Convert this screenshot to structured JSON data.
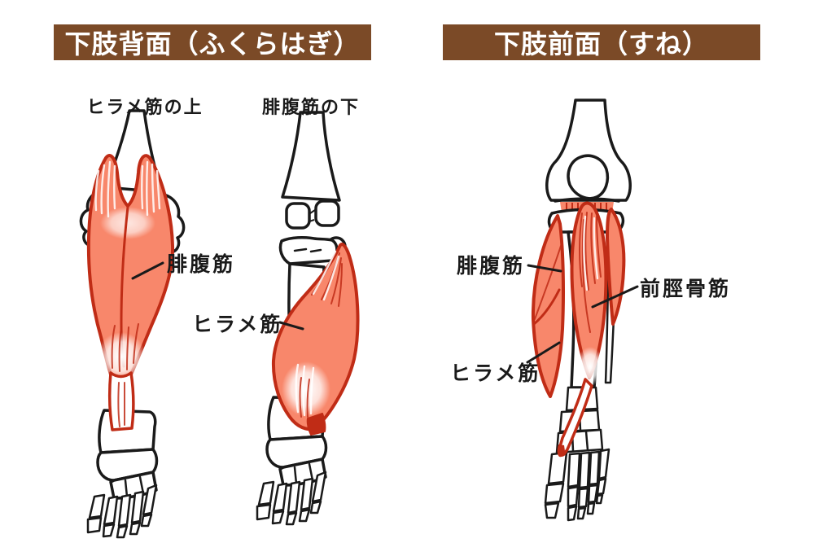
{
  "diagram": {
    "type": "anatomy-muscle-diagram",
    "subject": "lower-leg-muscles"
  },
  "colors": {
    "background": "#ffffff",
    "banner_bg": "#7b4a27",
    "banner_text": "#ffffff",
    "muscle_fill": "#f8876b",
    "muscle_outline": "#c02c16",
    "bone_line": "#1a1a1a",
    "label_text": "#1a1a1a"
  },
  "left_panel": {
    "title": "下肢背面（ふくらはぎ）",
    "column_labels": {
      "left": "ヒラメ筋の上",
      "right": "腓腹筋の下"
    },
    "annotations": {
      "gastrocnemius": "腓腹筋",
      "soleus": "ヒラメ筋"
    }
  },
  "right_panel": {
    "title": "下肢前面（すね）",
    "annotations": {
      "gastrocnemius": "腓腹筋",
      "tibialis_anterior": "前脛骨筋",
      "soleus": "ヒラメ筋"
    }
  }
}
